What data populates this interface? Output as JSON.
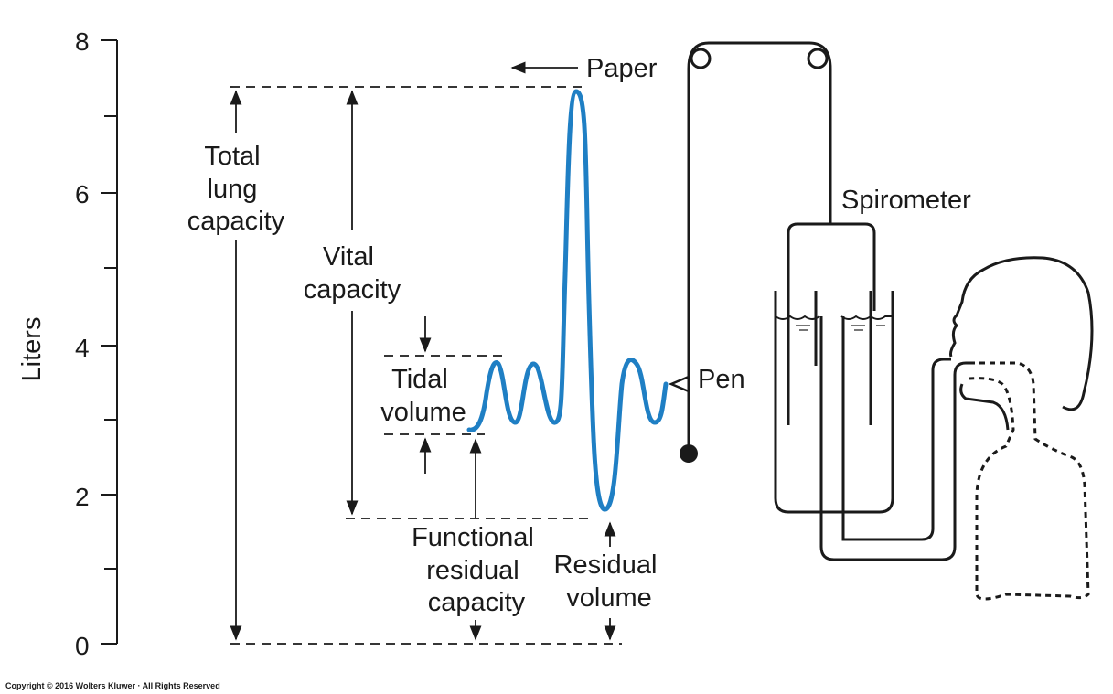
{
  "axis": {
    "ylabel": "Liters",
    "ticks": [
      "0",
      "2",
      "4",
      "6",
      "8"
    ]
  },
  "labels": {
    "paper": "Paper",
    "total_lung_capacity": [
      "Total",
      "lung",
      "capacity"
    ],
    "vital_capacity": [
      "Vital",
      "capacity"
    ],
    "tidal_volume": [
      "Tidal",
      "volume"
    ],
    "functional_residual_capacity": [
      "Functional",
      "residual",
      "capacity"
    ],
    "residual_volume": [
      "Residual",
      "volume"
    ],
    "spirometer": "Spirometer",
    "pen": "Pen"
  },
  "copyright": "Copyright © 2016 Wolters Kluwer · All Rights Reserved",
  "colors": {
    "trace": "#1f7fc4",
    "ink": "#1a1a1a"
  }
}
